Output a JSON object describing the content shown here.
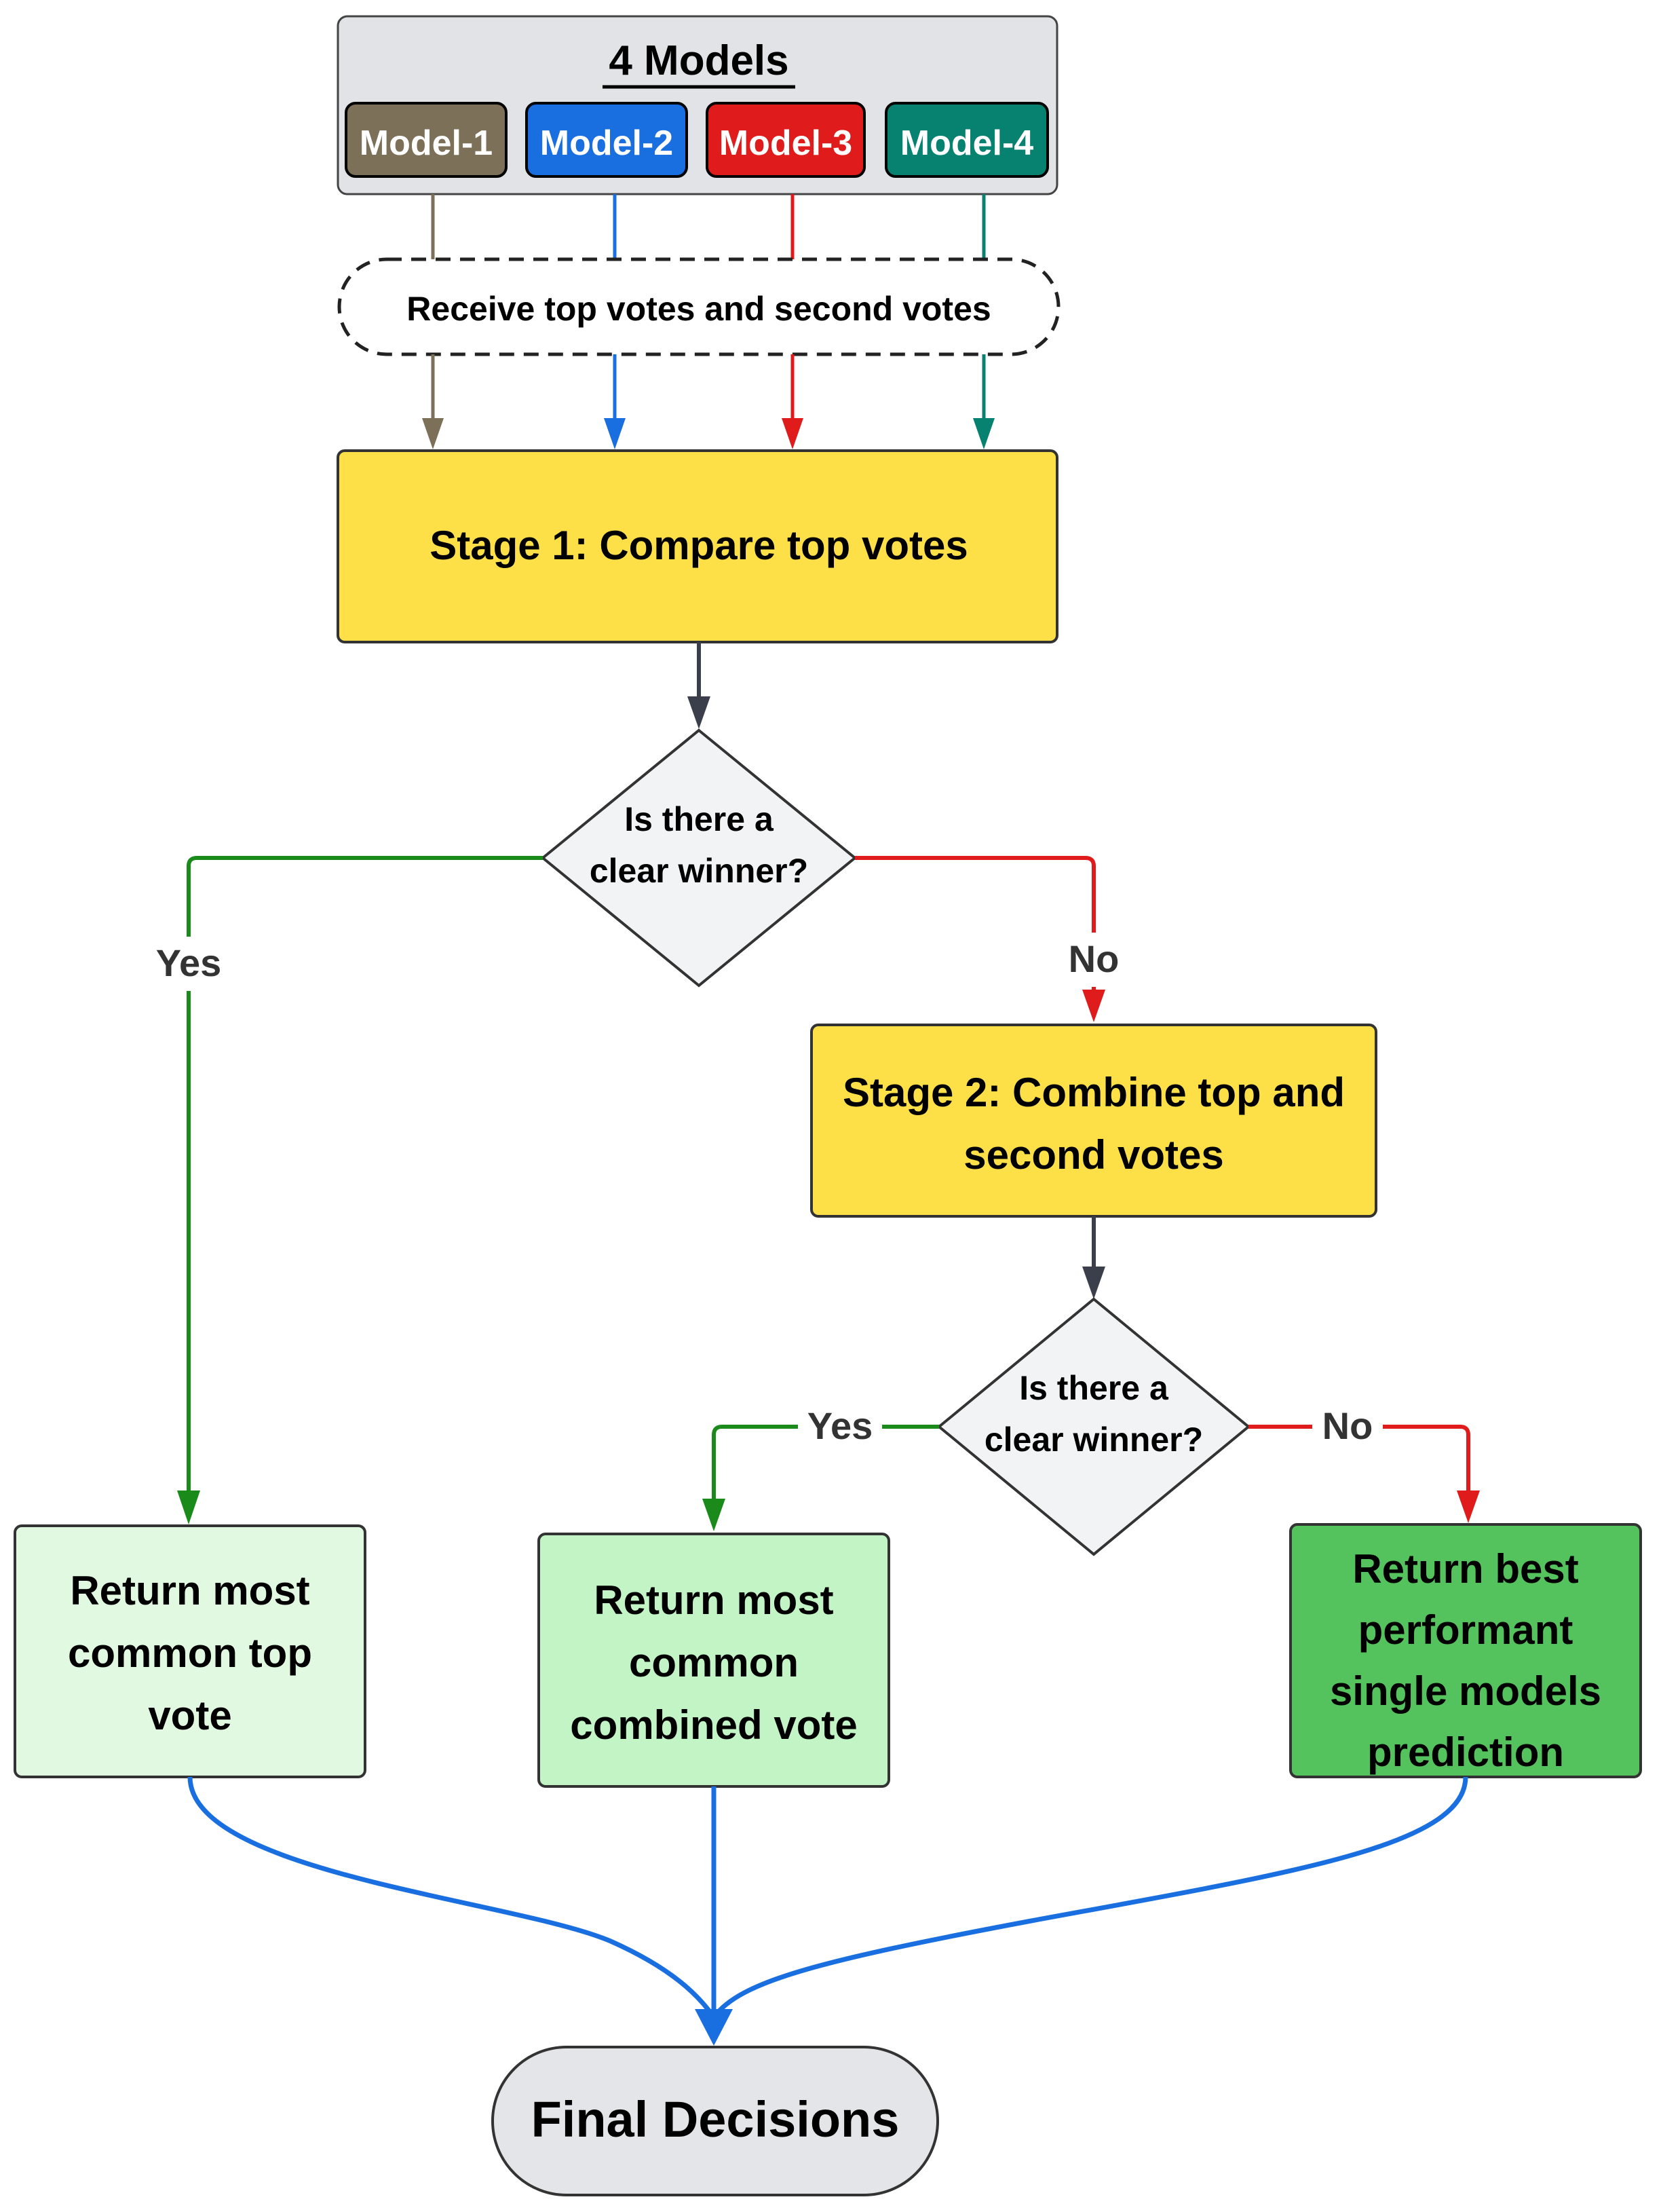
{
  "models_group": {
    "title": "4 Models",
    "models": [
      {
        "label": "Model-1",
        "color": "#7c7058"
      },
      {
        "label": "Model-2",
        "color": "#1a6fe0"
      },
      {
        "label": "Model-3",
        "color": "#e01b1b"
      },
      {
        "label": "Model-4",
        "color": "#088270"
      }
    ]
  },
  "receive": {
    "label": "Receive top votes and second votes"
  },
  "stage1": {
    "label": "Stage 1: Compare top votes"
  },
  "decision1": {
    "line1": "Is there a",
    "line2": "clear winner?",
    "yes": "Yes",
    "no": "No"
  },
  "stage2": {
    "line1": "Stage 2: Combine top and",
    "line2": "second votes"
  },
  "decision2": {
    "line1": "Is there a",
    "line2": "clear winner?",
    "yes": "Yes",
    "no": "No"
  },
  "result_top": {
    "line1": "Return most",
    "line2": "common top",
    "line3": "vote"
  },
  "result_combined": {
    "line1": "Return most",
    "line2": "common",
    "line3": "combined vote"
  },
  "result_best": {
    "line1": "Return best",
    "line2": "performant",
    "line3": "single models",
    "line4": "prediction"
  },
  "final": {
    "label": "Final Decisions"
  },
  "colors": {
    "stage_fill": "#fde047",
    "decision_fill": "#f2f3f5",
    "group_fill": "#e1e3e7",
    "result_top_fill": "#e1f9e1",
    "result_combined_fill": "#c2f4c6",
    "result_best_fill": "#54c35d",
    "final_fill": "#e4e5e9",
    "yes_color": "#1a8a1a",
    "no_color": "#e01b1b",
    "neutral_arrow": "#3a3f4b",
    "final_arrow": "#1a6fe0"
  }
}
